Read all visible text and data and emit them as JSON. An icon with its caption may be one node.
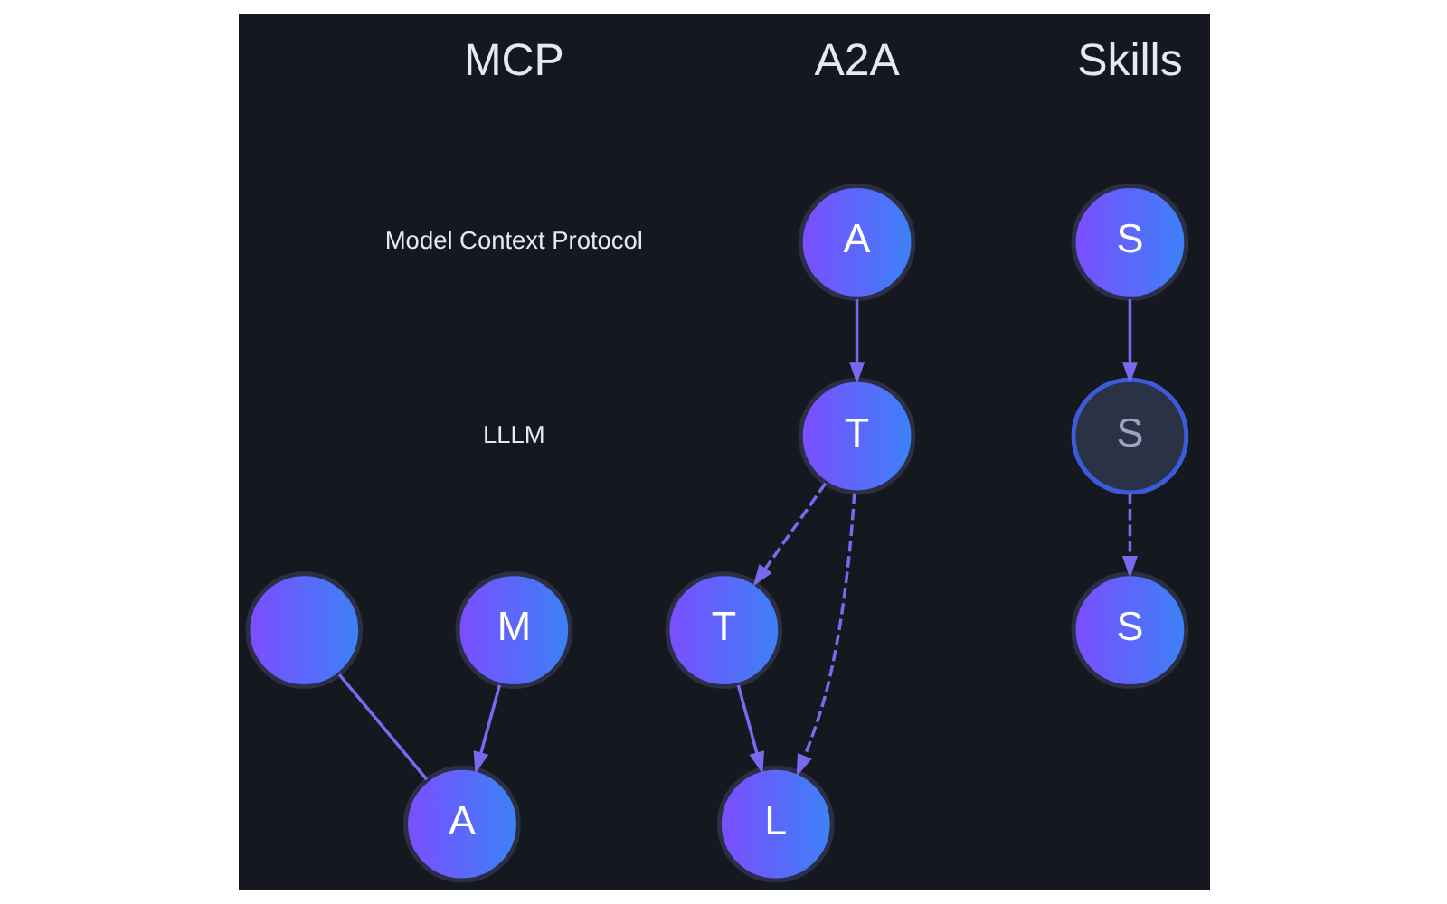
{
  "diagram": {
    "nodes": [
      {
        "text": [
          "M"
        ]
      },
      {
        "text": [
          "A"
        ]
      },
      {
        "text": [],
        "shape": "circle"
      },
      {
        "text": [
          "A"
        ]
      },
      {
        "text": [
          "T"
        ]
      },
      {
        "text": [
          "T"
        ]
      },
      {
        "text": [
          "L"
        ]
      },
      {
        "text": [
          "S"
        ]
      },
      {
        "text": [
          "S"
        ]
      },
      {
        "text": [
          "S"
        ]
      }
    ],
    "edges": [
      {
        "from": 0,
        "to": 1,
        "arrow": "to"
      },
      {
        "from": 2,
        "to": 1,
        "arrow": "none"
      },
      {
        "from": 3,
        "to": 4,
        "arrow": "to"
      },
      {
        "from": 4,
        "to": 5,
        "arrow": "to",
        "style": "dashed"
      },
      {
        "from": 4,
        "to": 6,
        "arrow": "to",
        "style": "dashed"
      },
      {
        "from": 5,
        "to": 6,
        "arrow": "to"
      },
      {
        "from": 7,
        "to": 8,
        "arrow": "to"
      },
      {
        "from": 8,
        "to": 9,
        "arrow": "to",
        "style": "dashed"
      }
    ],
    "labels": [
      "MCP",
      "Model Context Protocol",
      "LLLM",
      "A2A",
      "Skills"
    ]
  }
}
